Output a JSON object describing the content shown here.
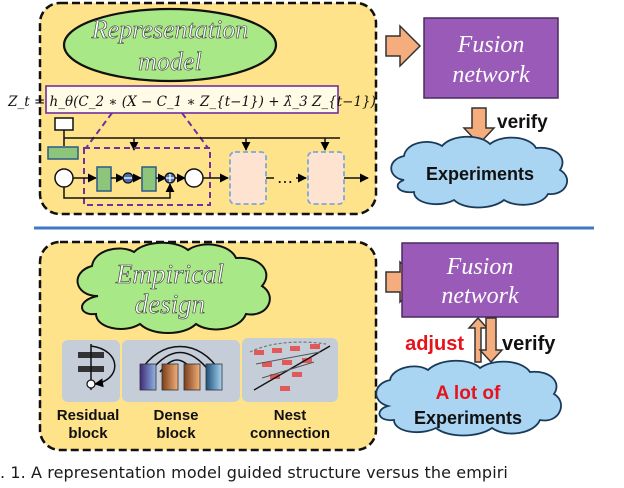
{
  "top_panel": {
    "cloud_line1": "Representation",
    "cloud_line2": "model",
    "formula": "Z_t = h_θ(C_2 ∗ (X − C_1 ∗ Z_{t−1}) + λ̂_3 Z_{t−1})",
    "ellipsis": "…",
    "fusion_line1": "Fusion",
    "fusion_line2": "network",
    "verify_label": "verify",
    "experiments_label": "Experiments"
  },
  "bottom_panel": {
    "cloud_line1": "Empirical",
    "cloud_line2": "design",
    "fusion_line1": "Fusion",
    "fusion_line2": "network",
    "adjust_label": "adjust",
    "verify_label": "verify",
    "exp_line1": "A lot of",
    "exp_line2": "Experiments",
    "residual_line1": "Residual",
    "residual_line2": "block",
    "dense_line1": "Dense",
    "dense_line2": "block",
    "nest_line1": "Nest",
    "nest_line2": "connection"
  },
  "caption": ". 1. A representation model guided structure versus the empiri",
  "colors": {
    "panel_fill": "#ffe38a",
    "cloud_fill": "#a8e887",
    "fusion_fill": "#9a5bb8",
    "experiments_fill": "#a9d4f2",
    "arrow_fill": "#f5ad7e",
    "adjust_red": "#e8121b",
    "divider_blue": "#3f79c6",
    "dashed_purple": "#7030a0",
    "dashed_blue": "#7da7d9"
  }
}
